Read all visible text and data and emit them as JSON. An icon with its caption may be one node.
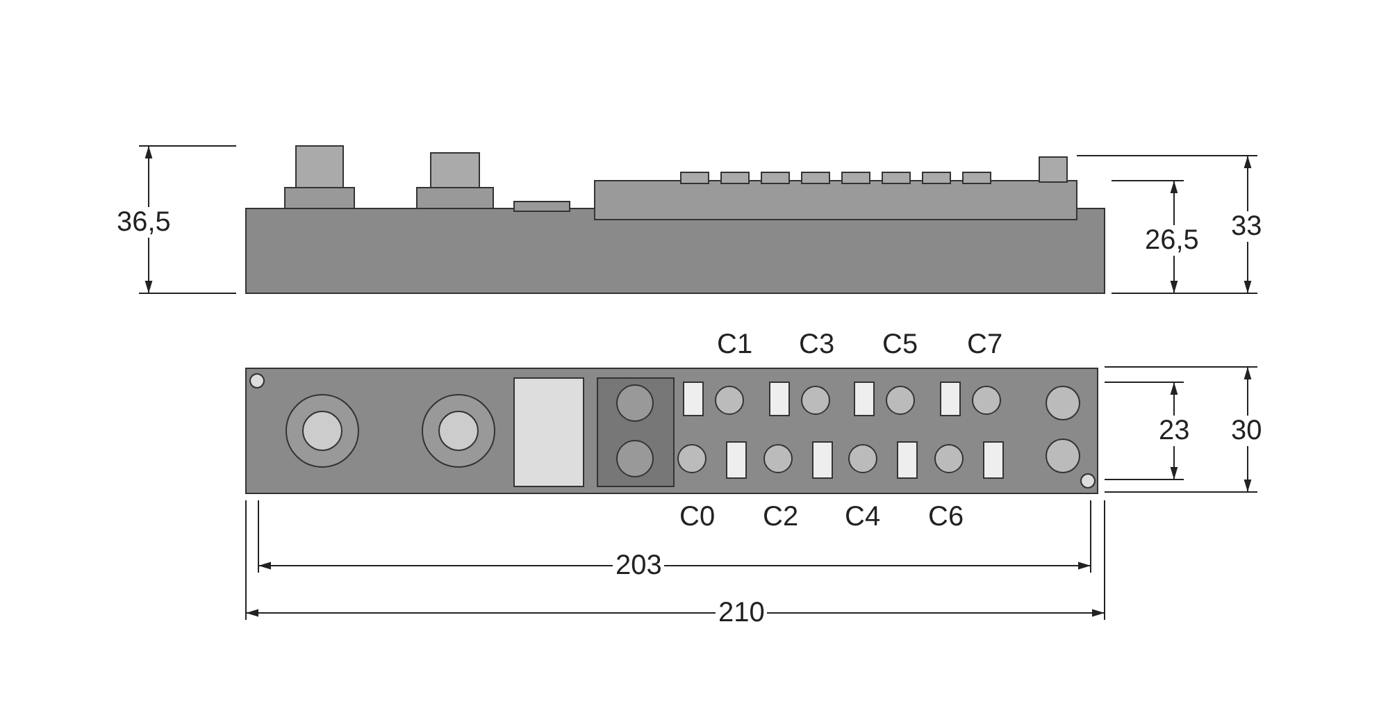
{
  "diagram": {
    "labels": [
      "36,5",
      "26,5",
      "33",
      "C1",
      "C3",
      "C5",
      "C7",
      "23",
      "30",
      "C0",
      "C2",
      "C4",
      "C6",
      "203",
      "210"
    ]
  }
}
